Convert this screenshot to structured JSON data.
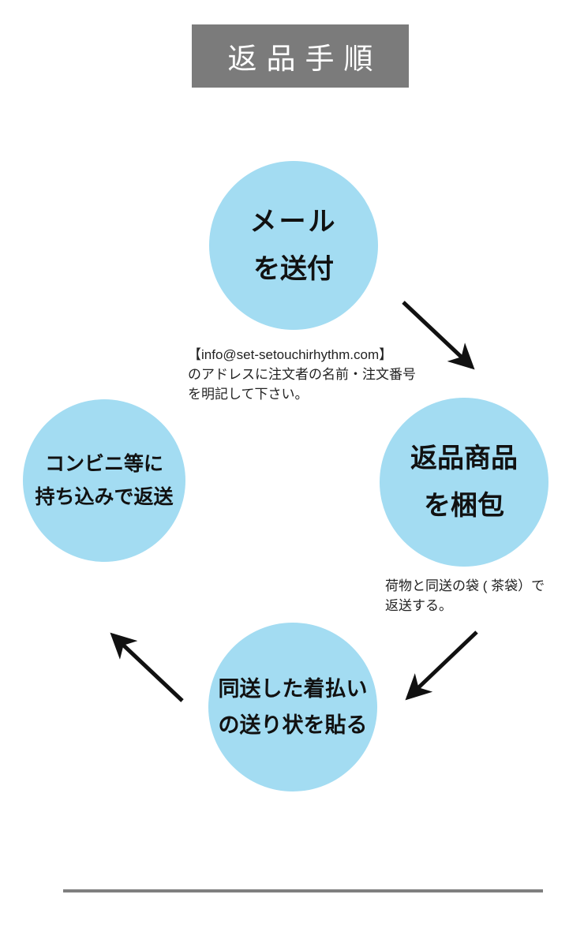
{
  "header": {
    "title": "返品手順"
  },
  "colors": {
    "accent_blue": "#a3dcf2",
    "banner_gray": "#7b7b7b",
    "rule_gray": "#7f7f7f",
    "text_dark": "#1f1f1f"
  },
  "steps": [
    {
      "name": "send-email",
      "lines": [
        "メール",
        "を送付"
      ]
    },
    {
      "name": "pack-return-item",
      "lines": [
        "返品商品",
        "を梱包"
      ]
    },
    {
      "name": "attach-cod-label",
      "lines": [
        "同送した着払い",
        "の送り状を貼る"
      ]
    },
    {
      "name": "drop-off-at-convenience-store",
      "lines": [
        "コンビニ等に",
        "持ち込みで返送"
      ]
    }
  ],
  "notes": [
    {
      "lines": [
        "【info@set-setouchirhythm.com】",
        "のアドレスに注文者の名前・注文番号",
        "を明記して下さい。"
      ]
    },
    {
      "lines": [
        "荷物と同送の袋 ( 茶袋）で",
        "返送する。"
      ]
    }
  ]
}
